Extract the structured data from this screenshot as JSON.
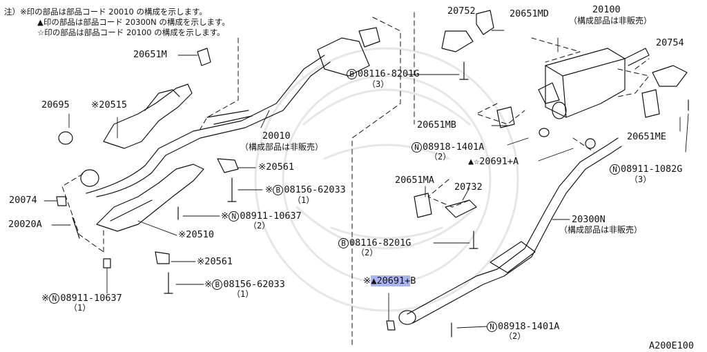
{
  "notes": [
    "注）※印の部品は部品コード 20010 の構成を示します。",
    "▲印の部品は部品コード 20300N の構成を示します。",
    "☆印の部品は部品コード 20100 の構成を示します。"
  ],
  "labels": {
    "p20752": "20752",
    "p20651MD": "20651MD",
    "p20100": "20100",
    "p20100_sub": "（構成部品は非販売）",
    "p20754": "20754",
    "p20651M": "20651M",
    "p20695": "20695",
    "p20515": "※20515",
    "b08116_top_prefix": "B",
    "b08116_top": "08116-8201G",
    "b08116_top_qty": "（3）",
    "p20651MB": "20651MB",
    "p20010": "20010",
    "p20010_sub": "（構成部品は非販売）",
    "n08918_top_prefix": "N",
    "n08918_top": "08918-1401A",
    "n08918_top_qty": "（2）",
    "p20651ME": "20651ME",
    "p20691A": "▲☆20691+A",
    "n08911_1082G_prefix": "N",
    "n08911_1082G": "08911-1082G",
    "n08911_1082G_qty": "（3）",
    "p20561_a": "※20561",
    "b08156_a_pre": "※",
    "b08156_a_prefix": "B",
    "b08156_a": "08156-62033",
    "b08156_a_qty": "（1）",
    "p20651MA": "20651MA",
    "p20732": "20732",
    "p20074": "20074",
    "n08911_10637_a_pre": "※",
    "n08911_10637_a_prefix": "N",
    "n08911_10637_a": "08911-10637",
    "n08911_10637_a_qty": "（2）",
    "p20300N": "20300N",
    "p20300N_sub": "（構成部品は非販売）",
    "p20020A": "20020A",
    "p20510": "※20510",
    "b08116_mid_prefix": "B",
    "b08116_mid": "08116-8201G",
    "b08116_mid_qty": "（2）",
    "p20561_b": "※20561",
    "b08156_b_pre": "※",
    "b08156_b_prefix": "B",
    "b08156_b": "08156-62033",
    "b08156_b_qty": "（1）",
    "p20691B_pre": "※",
    "p20691B_hl": "▲20691+",
    "p20691B_end": "B",
    "n08911_10637_b_pre": "※",
    "n08911_10637_b_prefix": "N",
    "n08911_10637_b": "08911-10637",
    "n08911_10637_b_qty": "（1）",
    "n08918_bot_prefix": "N",
    "n08918_bot": "08918-1401A",
    "n08918_bot_qty": "（2）",
    "fig_code": "A200E100"
  },
  "colors": {
    "ink": "#111111",
    "highlight": "#a9b4f0",
    "watermark": "#ececec"
  }
}
